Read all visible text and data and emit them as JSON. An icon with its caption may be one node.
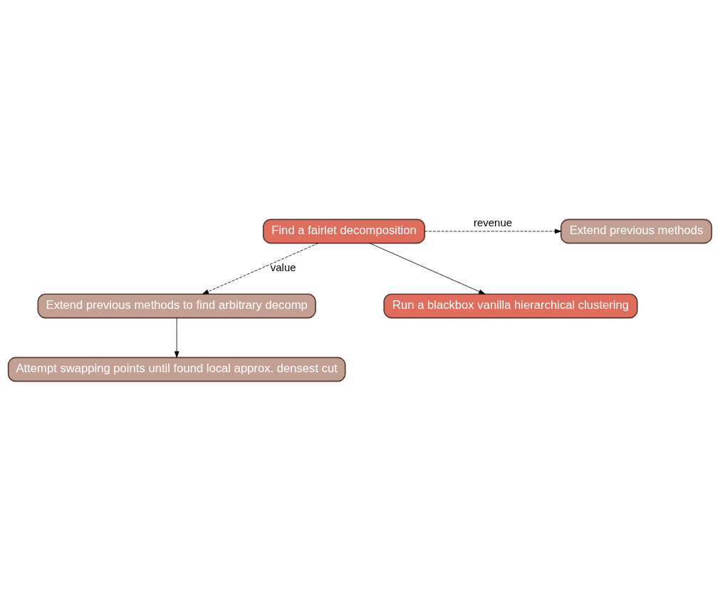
{
  "diagram": {
    "nodes": [
      {
        "text": [
          "Find a fairlet decomposition"
        ]
      },
      {
        "text": [
          "Extend previous methods"
        ]
      },
      {
        "text": [
          "Extend previous methods to find arbitrary decomp"
        ]
      },
      {
        "text": [
          "Run a blackbox vanilla hierarchical clustering"
        ]
      },
      {
        "text": [
          "Attempt swapping points until found local approx. densest cut"
        ]
      }
    ],
    "edges": [
      {
        "from": 0,
        "to": 1,
        "arrow": "to",
        "label": "revenue",
        "style": "dashed"
      },
      {
        "from": 0,
        "to": 2,
        "arrow": "to",
        "label": "value",
        "style": "dashed"
      },
      {
        "from": 0,
        "to": 3,
        "arrow": "to"
      },
      {
        "from": 2,
        "to": 4,
        "arrow": "to"
      }
    ]
  }
}
